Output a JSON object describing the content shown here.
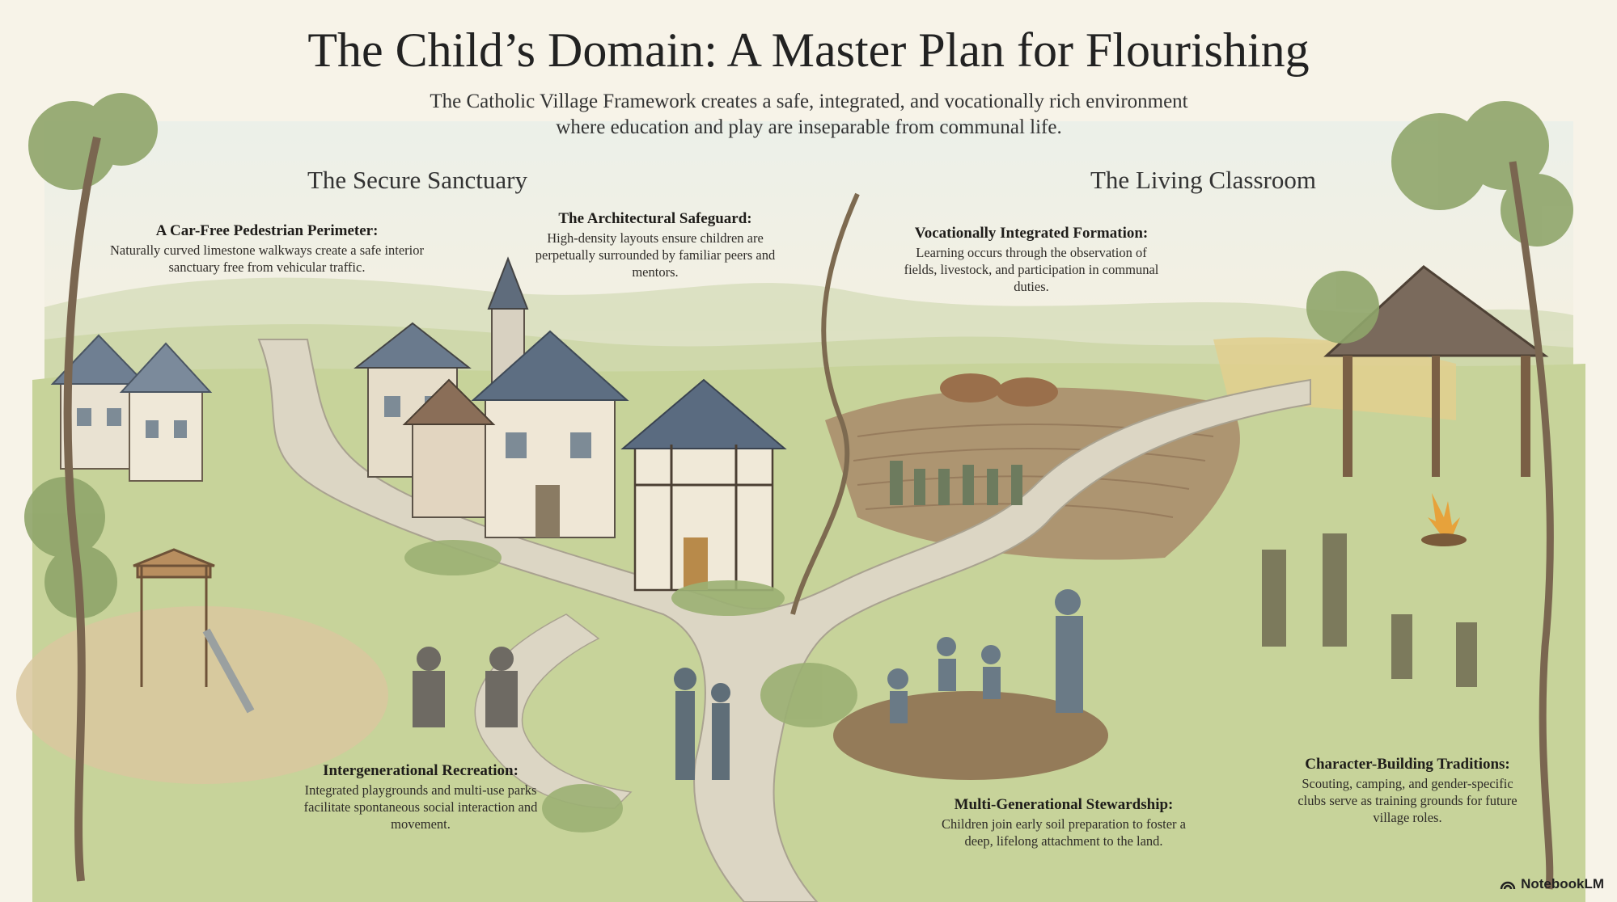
{
  "title": "The Child’s Domain: A Master Plan for Flourishing",
  "subtitle": "The Catholic Village Framework creates a safe, integrated, and vocationally rich environment where education and play are inseparable from communal life.",
  "sections": {
    "left": "The Secure Sanctuary",
    "right": "The Living Classroom"
  },
  "callouts": [
    {
      "id": "perimeter",
      "heading": "A Car-Free Pedestrian Perimeter:",
      "body": "Naturally curved limestone walkways create a safe interior sanctuary free from vehicular traffic."
    },
    {
      "id": "safeguard",
      "heading": "The Architectural Safeguard:",
      "body": "High-density layouts ensure children are perpetually surrounded by familiar peers and mentors."
    },
    {
      "id": "formation",
      "heading": "Vocationally Integrated Formation:",
      "body": "Learning occurs through the observation of fields, livestock, and participation in communal duties."
    },
    {
      "id": "recreation",
      "heading": "Intergenerational Recreation:",
      "body": "Integrated playgrounds and multi-use parks facilitate spontaneous social interaction and movement."
    },
    {
      "id": "stewardship",
      "heading": "Multi-Generational Stewardship:",
      "body": "Children join early soil preparation to foster a deep, lifelong attachment to the land."
    },
    {
      "id": "traditions",
      "heading": "Character-Building Traditions:",
      "body": "Scouting, camping, and gender-specific clubs serve as training grounds for future village roles."
    }
  ],
  "brand": "NotebookLM",
  "palette": {
    "paper": "#f7f3e8",
    "grass": "#c9d49a",
    "path": "#d8d2c2",
    "roof": "#6d7e8f",
    "tree": "#8fa56a"
  }
}
